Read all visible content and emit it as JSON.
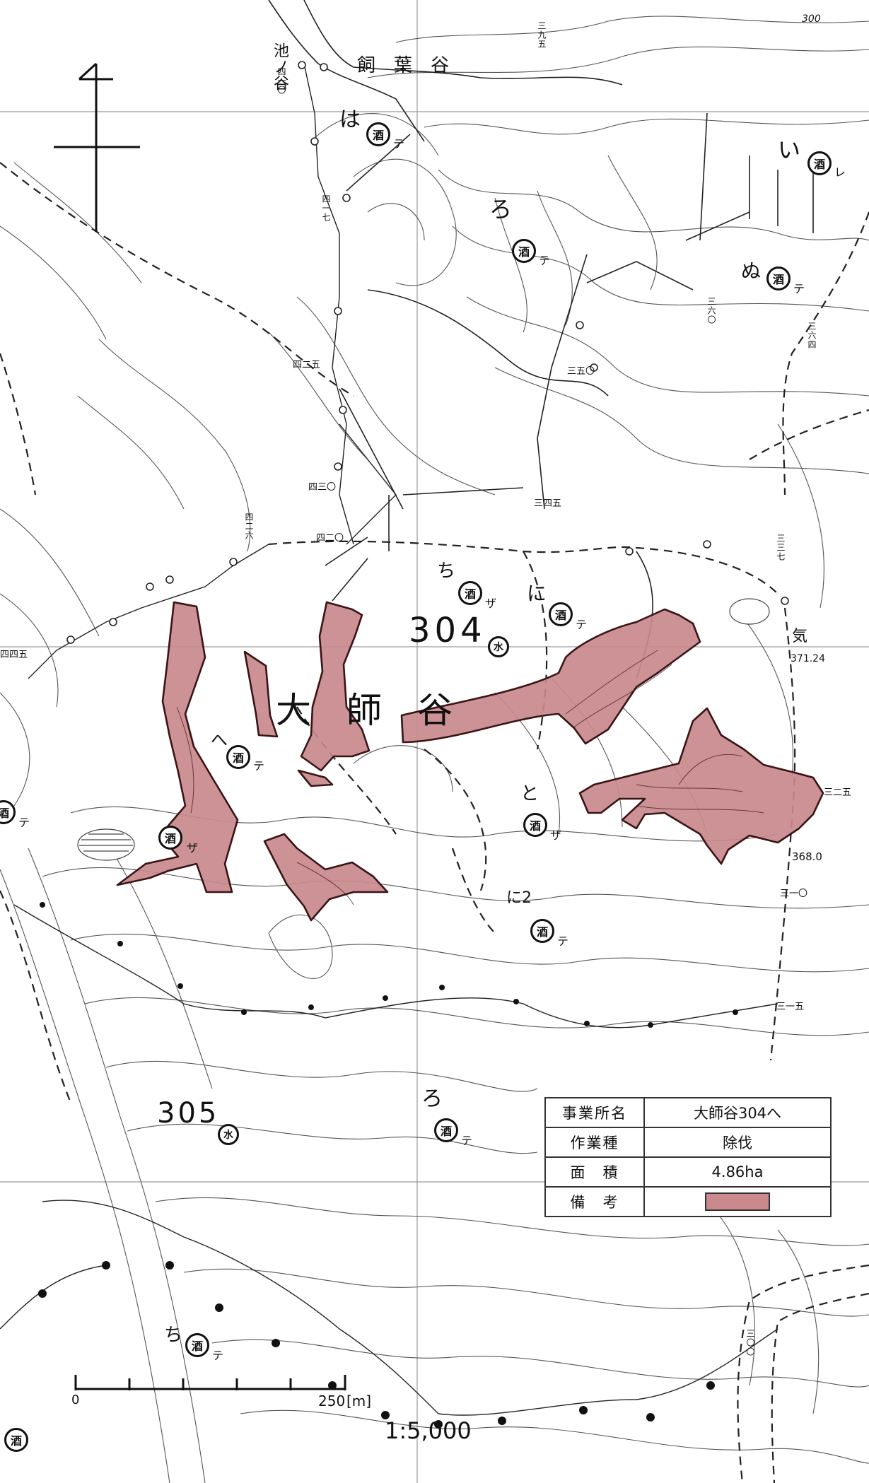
{
  "map_labels": {
    "compartment_304": "304",
    "compartment_305": "305",
    "valley_main": "大　師　谷",
    "valley_kaiba": "飼　葉　谷",
    "valley_ike": "池ノ谷",
    "elevation_1": "371.24",
    "elevation_2": "368.0",
    "kanji_ki": "気",
    "contour_300": "300"
  },
  "point_labels": [
    "四一〇",
    "四一七",
    "四二五",
    "四三〇",
    "四二〇",
    "四二六",
    "四四五",
    "三九五",
    "三四五",
    "三五〇",
    "三六〇",
    "三六四",
    "三三七",
    "三二五",
    "三一〇",
    "三一五",
    "三〇〇"
  ],
  "stand_markers": [
    {
      "sub": "は",
      "sym": "酒",
      "sfx": "テ"
    },
    {
      "sub": "ろ",
      "sym": "酒",
      "sfx": "テ"
    },
    {
      "sub": "い",
      "sym": "酒",
      "sfx": "レ"
    },
    {
      "sub": "ぬ",
      "sym": "酒",
      "sfx": "テ"
    },
    {
      "sub": "ち",
      "sym": "酒",
      "sfx": "ザ"
    },
    {
      "sub": "に",
      "sym": "酒",
      "sfx": "テ"
    },
    {
      "sub": "へ",
      "sym": "酒",
      "sfx": "テ"
    },
    {
      "sub": "と",
      "sym": "酒",
      "sfx": "ザ"
    },
    {
      "sub": "に2",
      "sym": "酒",
      "sfx": "テ"
    },
    {
      "sub": "ろ",
      "sym": "酒",
      "sfx": "テ"
    },
    {
      "sub": "ち",
      "sym": "酒",
      "sfx": "テ"
    },
    {
      "sub": "",
      "sym": "酒",
      "sfx": "ザ"
    },
    {
      "sub": "",
      "sym": "酒",
      "sfx": "テ"
    },
    {
      "sub": "",
      "sym": "酒",
      "sfx": ""
    }
  ],
  "water_markers": [
    "水",
    "水"
  ],
  "scale": {
    "zero": "0",
    "end": "250",
    "unit": "[m]",
    "ratio": "1:5,000"
  },
  "legend": {
    "rows": [
      {
        "key": "事業所名",
        "value": "大師谷304へ"
      },
      {
        "key": "作業種",
        "value": "除伐"
      },
      {
        "key": "面　積",
        "value": "4.86ha"
      },
      {
        "key": "備　考",
        "value": ""
      }
    ],
    "swatch_color": "#c9898d"
  },
  "colors": {
    "work_area": "#c9898d",
    "ink": "#111111"
  }
}
